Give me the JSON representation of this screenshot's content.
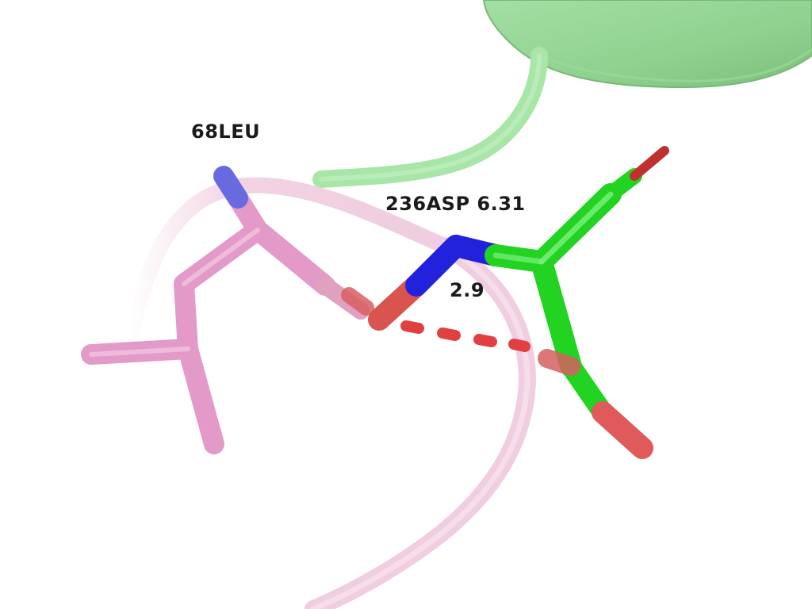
{
  "labels": {
    "residue_a": "68LEU",
    "residue_b": "236ASP 6.31",
    "distance": "2.9"
  },
  "colors": {
    "background": "#ffffff",
    "helix_green": "#8fd18f",
    "ribbon_green": "#a8e6a8",
    "ribbon_pink": "#f0cde0",
    "carbon_pink": "#e39ac8",
    "carbon_green": "#22d322",
    "nitrogen": "#2222dd",
    "oxygen": "#e05050",
    "hbond_dash": "#e04040",
    "label_text": "#1a1a1a"
  }
}
